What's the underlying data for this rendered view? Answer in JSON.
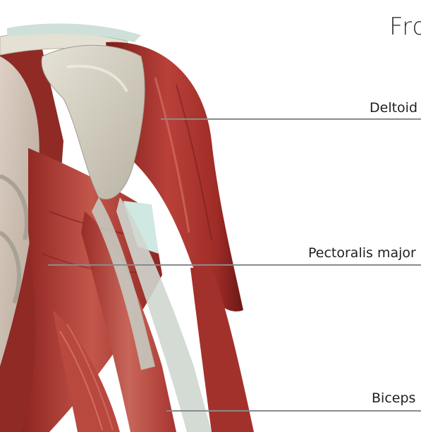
{
  "title": "Fro",
  "labels": {
    "deltoid": "Deltoid",
    "pectoralis_major": "Pectoralis major",
    "biceps": "Biceps"
  },
  "colors": {
    "muscle": "#a8302c",
    "muscle_dark": "#6e1a17",
    "muscle_light": "#c95a4e",
    "bone": "#d9d4c6",
    "tendon": "#cfd6cf",
    "cartilage": "#cfe8e2",
    "leader_line": "#8a8a8a"
  }
}
